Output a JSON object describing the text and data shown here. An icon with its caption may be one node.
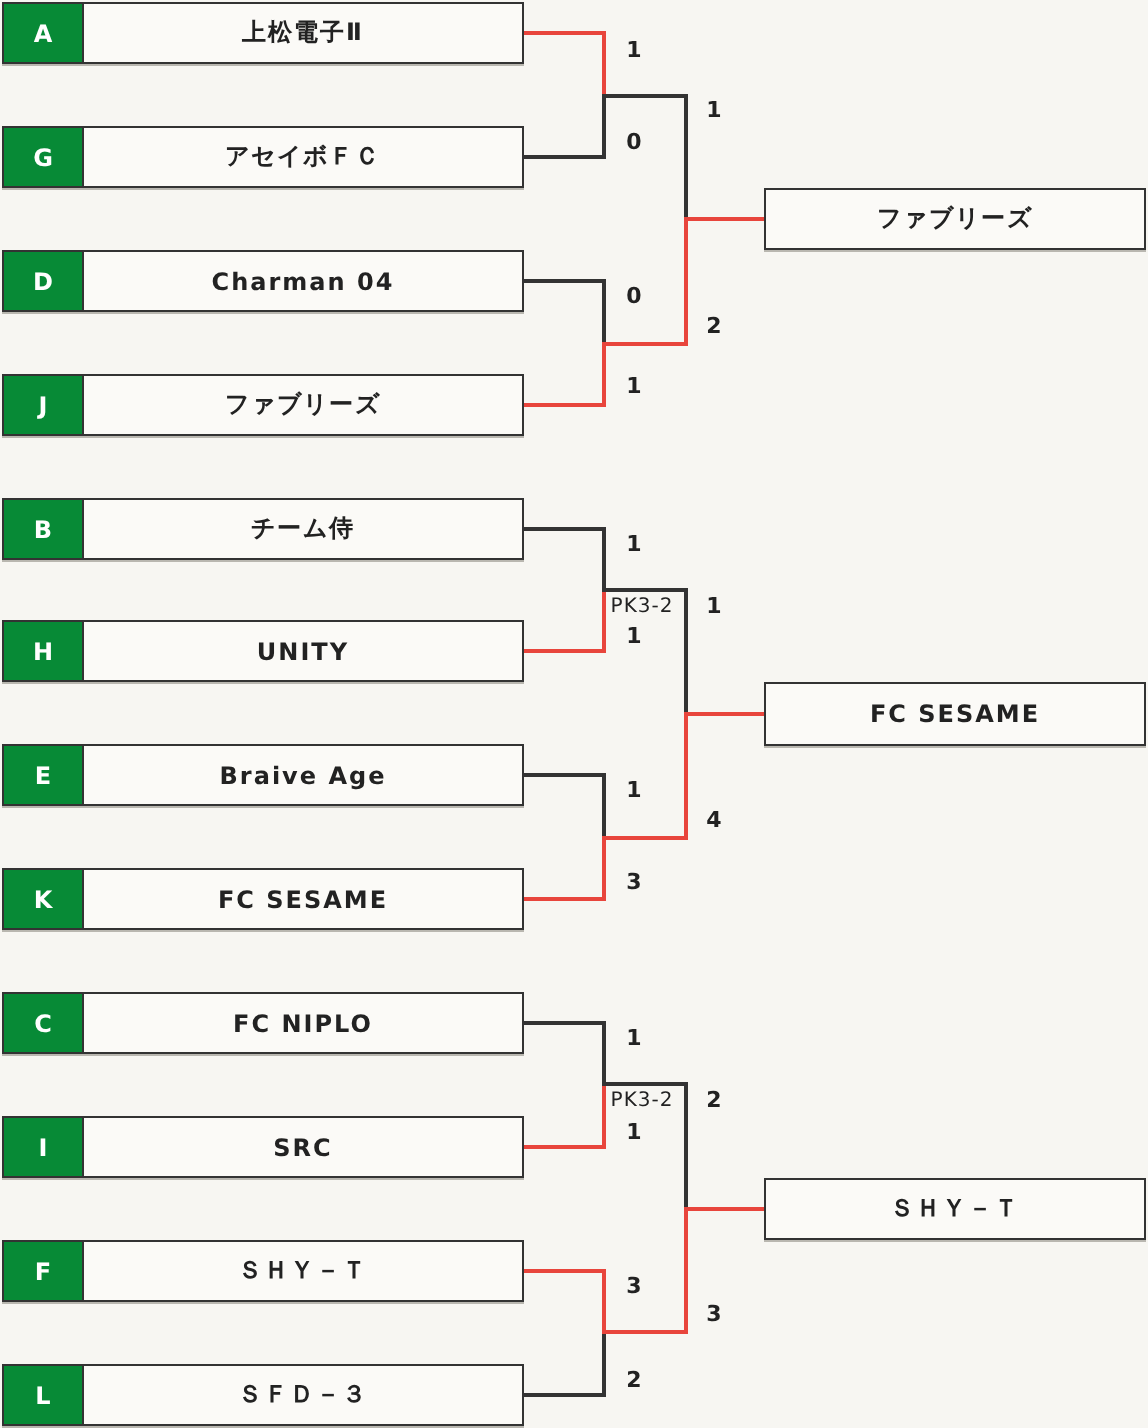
{
  "diagram": {
    "nodes": [
      {
        "text": [
          "A",
          "上松電子Ⅱ"
        ]
      },
      {
        "text": [
          "G",
          "アセイボＦＣ"
        ]
      },
      {
        "text": [
          "D",
          "Charman 04"
        ]
      },
      {
        "text": [
          "J",
          "ファブリーズ"
        ]
      },
      {
        "text": [
          "B",
          "チーム侍"
        ]
      },
      {
        "text": [
          "H",
          "UNITY"
        ]
      },
      {
        "text": [
          "E",
          "Braive Age"
        ]
      },
      {
        "text": [
          "K",
          "FC SESAME"
        ]
      },
      {
        "text": [
          "C",
          "FC NIPLO"
        ]
      },
      {
        "text": [
          "I",
          "SRC"
        ]
      },
      {
        "text": [
          "F",
          "ＳＨＹ－Ｔ"
        ]
      },
      {
        "text": [
          "L",
          "ＳＦＤ－３"
        ]
      },
      {
        "text": [
          "ファブリーズ"
        ]
      },
      {
        "text": [
          "FC SESAME"
        ]
      },
      {
        "text": [
          "ＳＨＹ－Ｔ"
        ]
      }
    ],
    "edges": [
      {
        "from": 0,
        "to": 12,
        "arrow": "none",
        "color": "#e8453c"
      },
      {
        "from": 1,
        "to": 12,
        "arrow": "none",
        "color": "#333333"
      },
      {
        "from": 2,
        "to": 12,
        "arrow": "none",
        "color": "#333333"
      },
      {
        "from": 3,
        "to": 12,
        "arrow": "none",
        "color": "#e8453c"
      },
      {
        "from": 4,
        "to": 13,
        "arrow": "none",
        "color": "#333333"
      },
      {
        "from": 5,
        "to": 13,
        "arrow": "none",
        "color": "#e8453c"
      },
      {
        "from": 6,
        "to": 13,
        "arrow": "none",
        "color": "#333333"
      },
      {
        "from": 7,
        "to": 13,
        "arrow": "none",
        "color": "#e8453c"
      },
      {
        "from": 8,
        "to": 14,
        "arrow": "none",
        "color": "#333333"
      },
      {
        "from": 9,
        "to": 14,
        "arrow": "none",
        "color": "#e8453c"
      },
      {
        "from": 10,
        "to": 14,
        "arrow": "none",
        "color": "#e8453c"
      },
      {
        "from": 11,
        "to": 14,
        "arrow": "none",
        "color": "#333333"
      }
    ],
    "labels": [
      "1",
      "1",
      "0",
      "0",
      "2",
      "1",
      "1",
      "PK3-2",
      "1",
      "1",
      "1",
      "4",
      "3",
      "1",
      "PK3-2",
      "2",
      "1",
      "3",
      "3",
      "2"
    ]
  }
}
